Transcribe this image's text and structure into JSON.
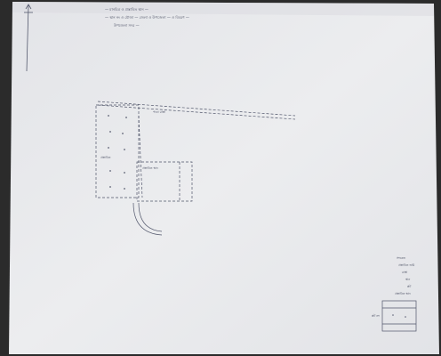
{
  "header": {
    "line1": "— মানচিত্র ও প্রস্তাবিত স্থান —",
    "line2": "— স্থান নং ও মৌজা — জেলা ও উপজেলা — ও বিবরণ —",
    "line3": "উপজেলা সদর —"
  },
  "plan": {
    "road_label": "পাকা রাস্তা",
    "plot_label": "প্রস্তাবিত",
    "building_label": "প্রস্তাবিত স্থান"
  },
  "legend": {
    "lines": [
      "সংকেত",
      "প্রস্তাবিত জমি",
      "রাস্তা",
      "স্থান",
      "প্লট"
    ],
    "footer": "প্রস্তাবিত স্থান",
    "box_label": "প্লট নং"
  },
  "colors": {
    "paper": "#e9eaec",
    "paper_shade": "#dcdde2",
    "ink": "#4a4f63",
    "background": "#2a2a2a"
  }
}
